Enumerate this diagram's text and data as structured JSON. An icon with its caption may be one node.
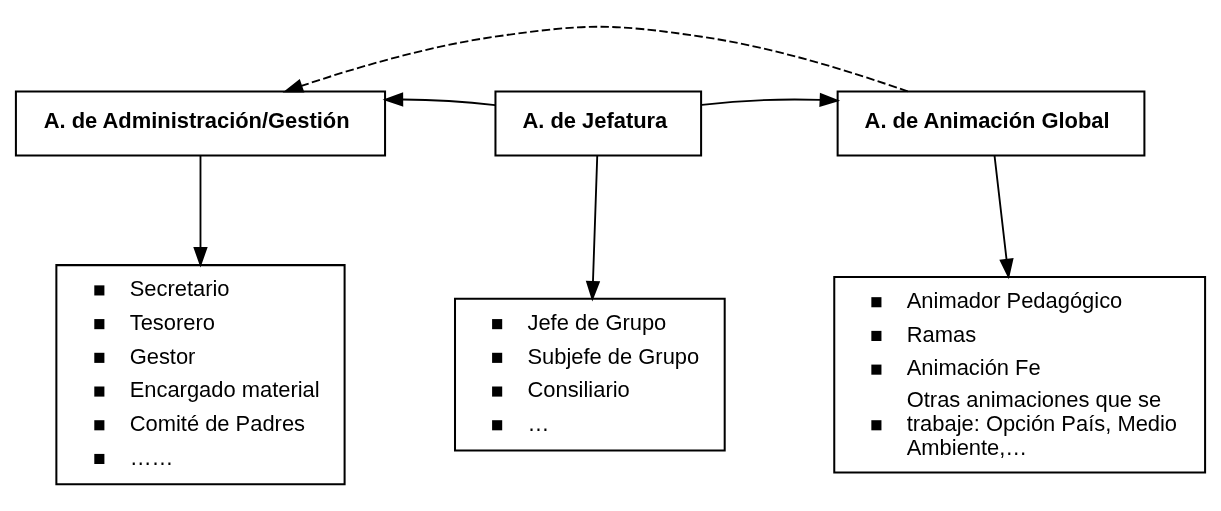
{
  "diagram": {
    "nodes": [
      {
        "text": [
          "A. de Administración/Gestión"
        ]
      },
      {
        "text": [
          "A. de Jefatura"
        ]
      },
      {
        "text": [
          "A. de Animación Global"
        ]
      },
      {
        "text": [
          "Secretario",
          "Tesorero",
          "Gestor",
          "Encargado material",
          "Comité de Padres",
          "……"
        ]
      },
      {
        "text": [
          "Jefe de Grupo",
          "Subjefe de Grupo",
          "Consiliario",
          "…"
        ]
      },
      {
        "text": [
          "Animador Pedagógico",
          "Ramas",
          "Animación Fe",
          "Otras animaciones que se trabaje: Opción País, Medio Ambiente,…"
        ]
      }
    ],
    "edges": [
      {
        "from": 1,
        "to": 0,
        "arrow": "to"
      },
      {
        "from": 1,
        "to": 2,
        "arrow": "to"
      },
      {
        "from": 0,
        "to": 3,
        "arrow": "to"
      },
      {
        "from": 1,
        "to": 4,
        "arrow": "to"
      },
      {
        "from": 2,
        "to": 5,
        "arrow": "to"
      },
      {
        "from": 2,
        "to": 0,
        "arrow": "to",
        "style": "dashed"
      }
    ]
  }
}
